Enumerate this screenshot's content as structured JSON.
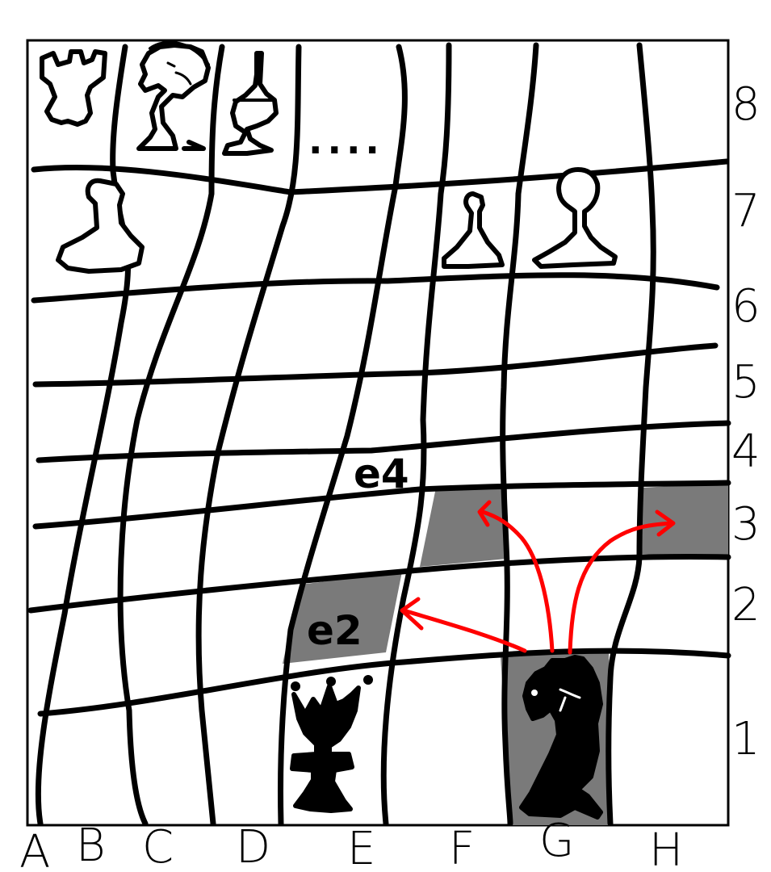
{
  "board": {
    "files": [
      "A",
      "B",
      "C",
      "D",
      "E",
      "F",
      "G",
      "H"
    ],
    "ranks": [
      "8",
      "7",
      "6",
      "5",
      "4",
      "3",
      "2",
      "1"
    ],
    "square_labels": {
      "e4": "e4",
      "e2": "e2"
    },
    "highlighted_squares": [
      "e2",
      "f3",
      "h3",
      "g1"
    ],
    "ellipsis": "....",
    "colors": {
      "highlight": "#7a7a7a",
      "arrow": "#ff0000",
      "lines": "#000000",
      "white_piece_fill": "#ffffff",
      "black_piece_fill": "#000000"
    }
  },
  "pieces": [
    {
      "square": "a8",
      "color": "white",
      "type": "rook",
      "icon": "white-rook-icon"
    },
    {
      "square": "b8",
      "color": "white",
      "type": "knight",
      "icon": "white-knight-icon"
    },
    {
      "square": "c8",
      "color": "white",
      "type": "bishop",
      "icon": "white-bishop-icon"
    },
    {
      "square": "a7",
      "color": "white",
      "type": "pawn",
      "icon": "white-pawn-icon"
    },
    {
      "square": "f7",
      "color": "white",
      "type": "pawn",
      "icon": "white-pawn-icon"
    },
    {
      "square": "g7",
      "color": "white",
      "type": "pawn",
      "icon": "white-pawn-icon"
    },
    {
      "square": "e1",
      "color": "black",
      "type": "king",
      "icon": "black-king-icon"
    },
    {
      "square": "g1",
      "color": "black",
      "type": "knight",
      "icon": "black-knight-icon"
    }
  ],
  "move_arrows": [
    {
      "from": "g1",
      "to": "e2"
    },
    {
      "from": "g1",
      "to": "f3"
    },
    {
      "from": "g1",
      "to": "h3"
    }
  ]
}
